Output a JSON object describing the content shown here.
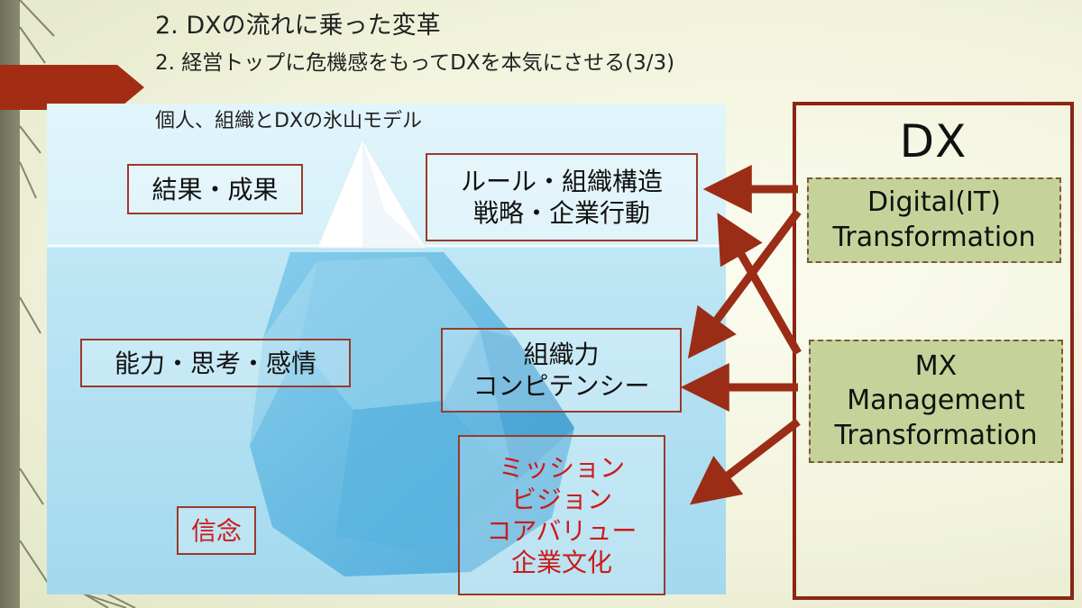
{
  "slide": {
    "title": "2. DXの流れに乗った変革",
    "subtitle": "2. 経営トップに危機感をもってDXを本気にさせる(3/3)",
    "diagram_label": "個人、組織とDXの氷山モデル"
  },
  "iceberg": {
    "results": "結果・成果",
    "abilities": "能力・思考・感情",
    "belief": "信念",
    "rules": [
      "ルール・組織構造",
      "戦略・企業行動"
    ],
    "competency": [
      "組織力",
      "コンピテンシー"
    ],
    "culture": [
      "ミッション",
      "ビジョン",
      "コアバリュー",
      "企業文化"
    ]
  },
  "dx_panel": {
    "title": "DX",
    "digital": [
      "Digital(IT)",
      "Transformation"
    ],
    "mx": [
      "MX",
      "Management",
      "Transformation"
    ]
  },
  "colors": {
    "accent_red": "#a32d14",
    "box_border": "#9b3a2a",
    "red_text": "#cc1a1a",
    "green_box": "#c5d39a",
    "water_top": "#cdeef8",
    "water_bottom": "#a9dcef"
  }
}
